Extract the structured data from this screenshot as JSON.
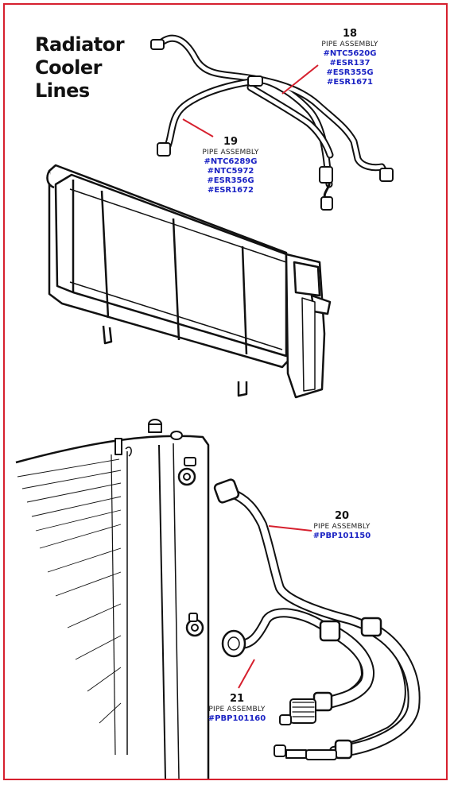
{
  "title": [
    "Radiator",
    "Cooler",
    "Lines"
  ],
  "callouts": [
    {
      "number": "18",
      "label": "PIPE ASSEMBLY",
      "parts": [
        "#NTC5620G",
        "#ESR137",
        "#ESR355G",
        "#ESR1671"
      ]
    },
    {
      "number": "19",
      "label": "PIPE ASSEMBLY",
      "parts": [
        "#NTC6289G",
        "#NTC5972",
        "#ESR356G",
        "#ESR1672"
      ]
    },
    {
      "number": "20",
      "label": "PIPE ASSEMBLY",
      "parts": [
        "#PBP101150"
      ]
    },
    {
      "number": "21",
      "label": "PIPE ASSEMBLY",
      "parts": [
        "#PBP101160"
      ]
    }
  ],
  "colors": {
    "border": "#d6202e",
    "part_number": "#1c24c4",
    "leader": "#d6202e"
  }
}
